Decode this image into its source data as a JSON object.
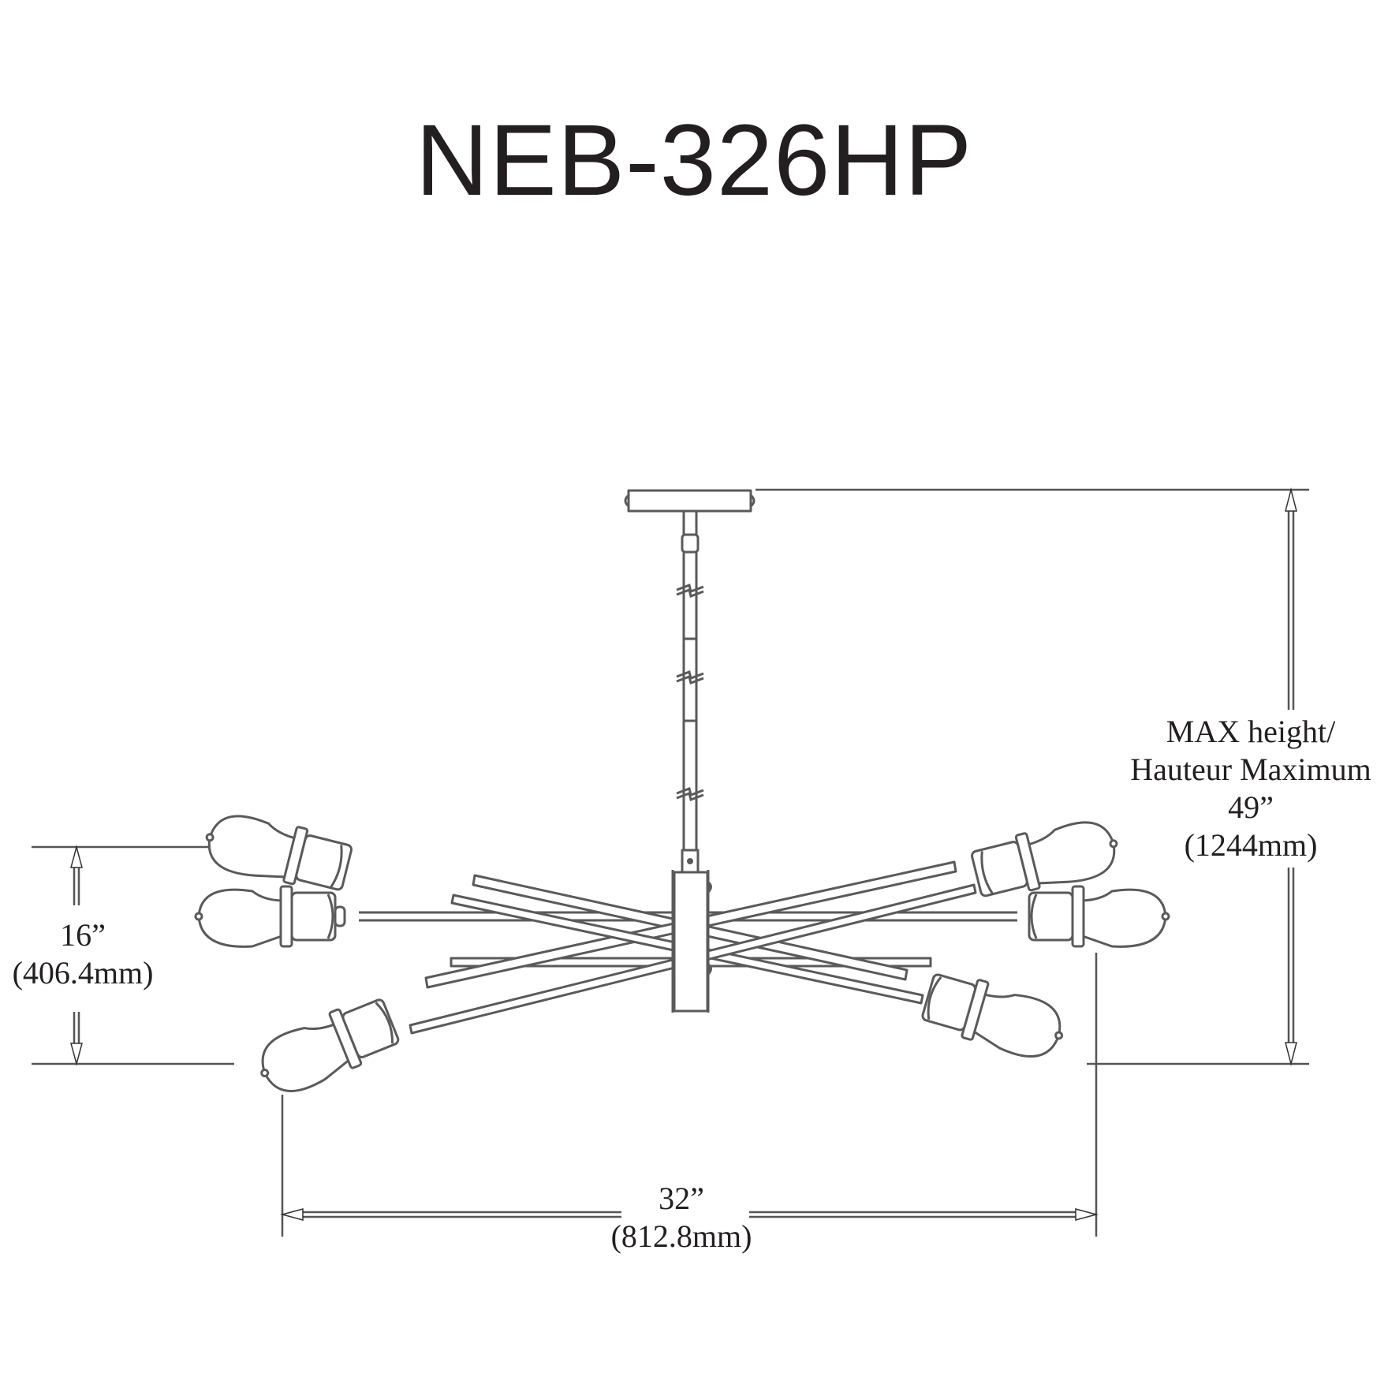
{
  "title": "NEB-326HP",
  "dimensions": {
    "max_height": {
      "label_en": "MAX height/",
      "label_fr": "Hauteur Maximum",
      "imperial": "49”",
      "metric": "(1244mm)"
    },
    "fixture_height": {
      "imperial": "16”",
      "metric": "(406.4mm)"
    },
    "width": {
      "imperial": "32”",
      "metric": "(812.8mm)"
    }
  },
  "drawing": {
    "subject": "sputnik-style chandelier, 8 exposed-bulb arms, stem with 3 break marks",
    "line_color": "#5a5a5a",
    "text_color": "#231f20"
  }
}
